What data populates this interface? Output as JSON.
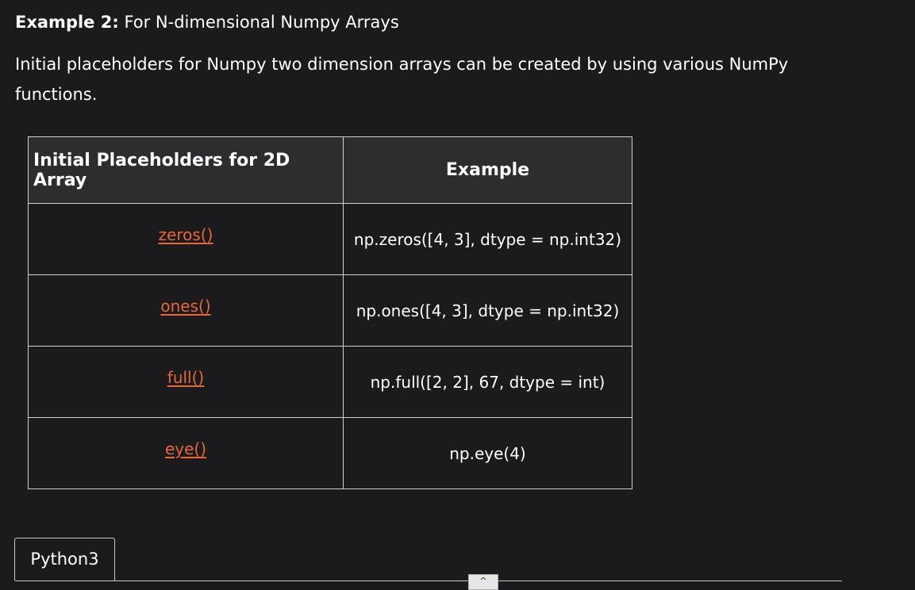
{
  "heading": {
    "label": "Example 2:",
    "text": "For N-dimensional Numpy Arrays"
  },
  "paragraph": "Initial placeholders for Numpy two dimension arrays can be created by using various NumPy functions.",
  "table": {
    "headers": [
      "Initial Placeholders for 2D Array",
      "Example"
    ],
    "rows": [
      {
        "function": "zeros()",
        "example": "np.zeros([4, 3], dtype = np.int32)"
      },
      {
        "function": "ones()",
        "example": "np.ones([4, 3], dtype = np.int32)"
      },
      {
        "function": "full()",
        "example": "np.full([2, 2], 67, dtype = int)"
      },
      {
        "function": "eye()",
        "example": "np.eye(4)"
      }
    ]
  },
  "code_tab": {
    "label": "Python3"
  },
  "scroll_button": {
    "icon": "chevron-up-icon",
    "glyph": "^"
  },
  "colors": {
    "background": "#1b1b1d",
    "link": "#e8663a",
    "header_bg": "#2d2d2f",
    "border": "#d0d0d0"
  }
}
